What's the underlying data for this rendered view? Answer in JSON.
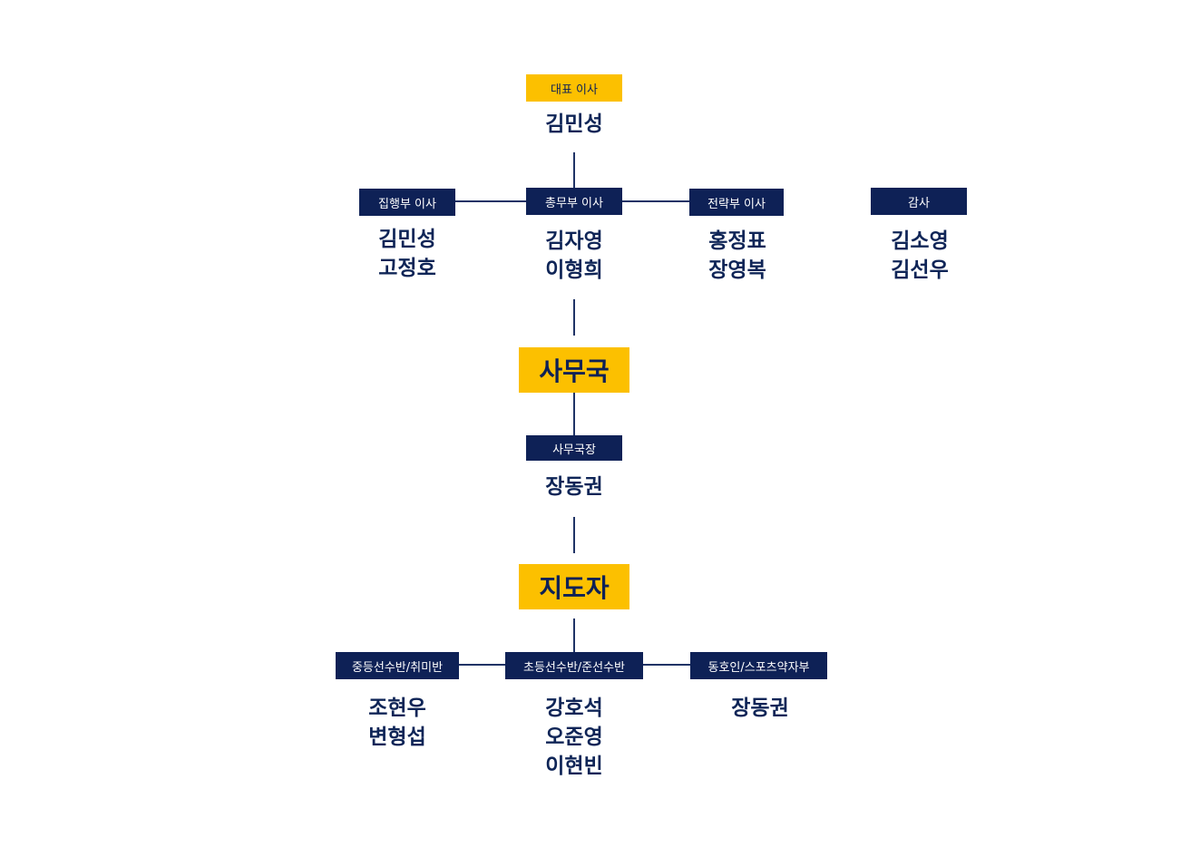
{
  "ceo": {
    "title": "대표 이사",
    "names": [
      "김민성"
    ]
  },
  "board": [
    {
      "title": "집행부 이사",
      "names": [
        "김민성",
        "고정호"
      ]
    },
    {
      "title": "총무부 이사",
      "names": [
        "김자영",
        "이형희"
      ]
    },
    {
      "title": "전략부 이사",
      "names": [
        "홍정표",
        "장영복"
      ]
    },
    {
      "title": "감사",
      "names": [
        "김소영",
        "김선우"
      ]
    }
  ],
  "secretariat": {
    "heading": "사무국",
    "head_title": "사무국장",
    "head_names": [
      "장동권"
    ]
  },
  "coaches": {
    "heading": "지도자",
    "teams": [
      {
        "title": "중등선수반/취미반",
        "names": [
          "조현우",
          "변형섭"
        ]
      },
      {
        "title": "초등선수반/준선수반",
        "names": [
          "강호석",
          "오준영",
          "이현빈"
        ]
      },
      {
        "title": "동호인/스포츠약자부",
        "names": [
          "장동권"
        ]
      }
    ]
  },
  "colors": {
    "navy": "#0e2156",
    "gold": "#fcc000",
    "text": "#0f2557",
    "line": "#1f3366"
  }
}
